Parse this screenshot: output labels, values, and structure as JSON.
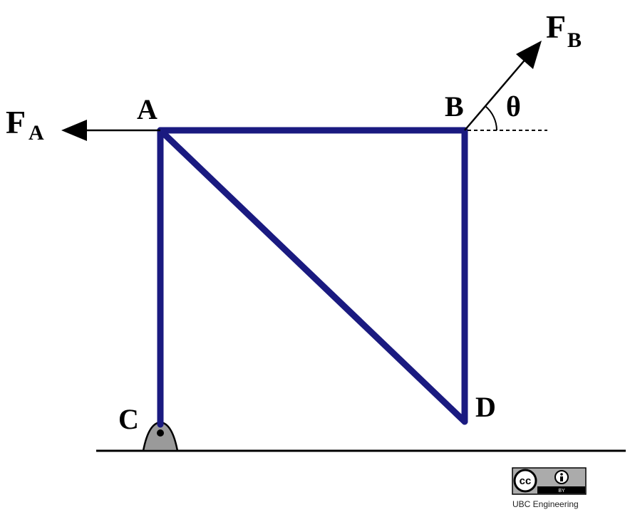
{
  "diagram": {
    "nodes": {
      "a": "A",
      "b": "B",
      "c": "C",
      "d": "D"
    },
    "forces": {
      "fa": {
        "letter": "F",
        "subscript": "A"
      },
      "fb": {
        "letter": "F",
        "subscript": "B"
      }
    },
    "angle": "θ",
    "colors": {
      "member": "#1a1a80",
      "support": "#999999",
      "line": "#000000"
    }
  },
  "license": {
    "badge_cc": "cc",
    "badge_by": "BY",
    "credit": "UBC Engineering"
  }
}
